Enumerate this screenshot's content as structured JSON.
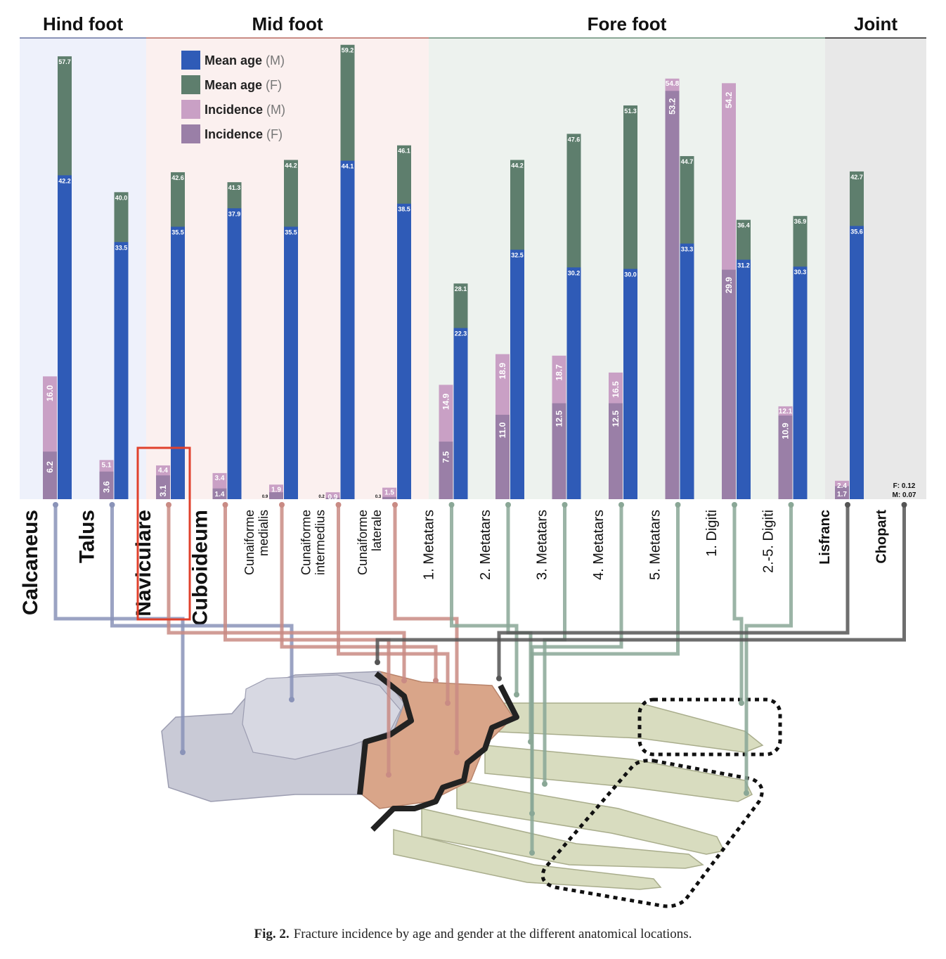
{
  "figure": {
    "caption_label": "Fig. 2.",
    "caption_text": "Fracture incidence by age and gender at the different anatomical locations."
  },
  "chart_data": {
    "type": "bar",
    "groups": [
      {
        "name": "Hind foot",
        "color": "#eef1fb",
        "line_color": "#8a93b8"
      },
      {
        "name": "Mid foot",
        "color": "#fbf0ef",
        "line_color": "#c98b84"
      },
      {
        "name": "Fore foot",
        "color": "#edf2ee",
        "line_color": "#8aa796"
      },
      {
        "name": "Joint",
        "color": "#e8e8e8",
        "line_color": "#555555"
      }
    ],
    "legend": {
      "placement": "top-left",
      "entries": [
        {
          "label": "Mean age",
          "suffix": "(M)",
          "color": "#2f5bb7"
        },
        {
          "label": "Mean age",
          "suffix": "(F)",
          "color": "#5e7e6d"
        },
        {
          "label": "Incidence",
          "suffix": "(M)",
          "color": "#c9a0c5"
        },
        {
          "label": "Incidence",
          "suffix": "(F)",
          "color": "#9a7fa7"
        }
      ]
    },
    "series_names": [
      "Mean age (M)",
      "Mean age (F)",
      "Incidence (M)",
      "Incidence (F)"
    ],
    "categories": [
      {
        "label": "Calcaneus",
        "group": "Hind foot",
        "incidence_m": 16.0,
        "incidence_f": 6.2,
        "age_m": 42.2,
        "age_f": 57.7
      },
      {
        "label": "Talus",
        "group": "Hind foot",
        "incidence_m": 5.1,
        "incidence_f": 3.6,
        "age_m": 33.5,
        "age_f": 40.0
      },
      {
        "label": "Naviculare",
        "group": "Mid foot",
        "incidence_m": 4.4,
        "incidence_f": 3.1,
        "age_m": 35.5,
        "age_f": 42.6
      },
      {
        "label": "Cuboideum",
        "group": "Mid foot",
        "incidence_m": 3.4,
        "incidence_f": 1.4,
        "age_m": 37.9,
        "age_f": 41.3
      },
      {
        "label": "Cunaiforme\nmedialis",
        "group": "Mid foot",
        "incidence_m": 1.9,
        "incidence_f": 0.9,
        "age_m": 35.5,
        "age_f": 44.2
      },
      {
        "label": "Cunaiforme\nintermedius",
        "group": "Mid foot",
        "incidence_m": 0.9,
        "incidence_f": 0.2,
        "age_m": 44.1,
        "age_f": 59.2
      },
      {
        "label": "Cunaiforme\nlaterale",
        "group": "Mid foot",
        "incidence_m": 1.5,
        "incidence_f": 0.3,
        "age_m": 38.5,
        "age_f": 46.1
      },
      {
        "label": "1. Metatars",
        "group": "Fore foot",
        "incidence_m": 14.9,
        "incidence_f": 7.5,
        "age_m": 22.3,
        "age_f": 28.1
      },
      {
        "label": "2. Metatars",
        "group": "Fore foot",
        "incidence_m": 18.9,
        "incidence_f": 11.0,
        "age_m": 32.5,
        "age_f": 44.2
      },
      {
        "label": "3. Metatars",
        "group": "Fore foot",
        "incidence_m": 18.7,
        "incidence_f": 12.5,
        "age_m": 30.2,
        "age_f": 47.6
      },
      {
        "label": "4. Metatars",
        "group": "Fore foot",
        "incidence_m": 16.5,
        "incidence_f": 12.5,
        "age_m": 30.0,
        "age_f": 51.3
      },
      {
        "label": "5. Metatars",
        "group": "Fore foot",
        "incidence_m": 54.8,
        "incidence_f": 53.2,
        "age_m": 33.3,
        "age_f": 44.7
      },
      {
        "label": "1. Digiti",
        "group": "Fore foot",
        "incidence_m": 54.2,
        "incidence_f": 29.9,
        "age_m": 31.2,
        "age_f": 36.4
      },
      {
        "label": "2.-5. Digiti",
        "group": "Fore foot",
        "incidence_m": 12.1,
        "incidence_f": 10.9,
        "age_m": 30.3,
        "age_f": 36.9
      },
      {
        "label": "Lisfranc",
        "group": "Joint",
        "incidence_m": 2.4,
        "incidence_f": 1.7,
        "age_m": 35.6,
        "age_f": 42.7
      },
      {
        "label": "Chopart",
        "group": "Joint",
        "incidence_m": 0.07,
        "incidence_f": 0.12,
        "age_m": null,
        "age_f": null
      }
    ],
    "chopart_note": {
      "f": "F: 0.12",
      "m": "M: 0.07"
    },
    "ylim": [
      0,
      60
    ],
    "grid": false,
    "highlight": "Naviculare",
    "title": "",
    "xlabel": "",
    "ylabel": ""
  }
}
